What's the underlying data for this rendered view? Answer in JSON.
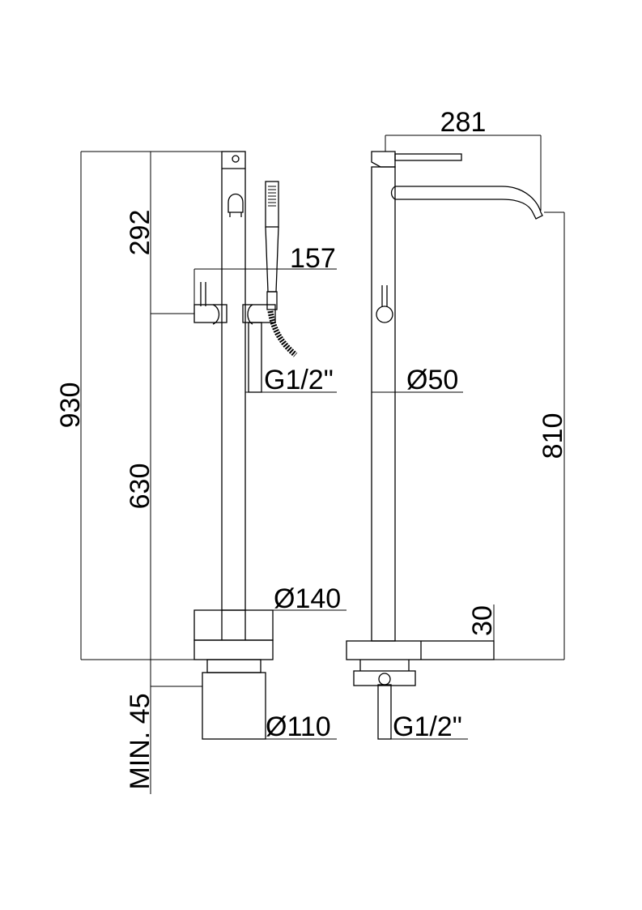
{
  "dimensions": {
    "total_height": "930",
    "upper_height": "292",
    "lower_height": "630",
    "handshower_offset": "157",
    "connection_left": "G1/2\"",
    "base_diameter": "Ø140",
    "install_depth": "MIN. 45",
    "flange_diameter": "Ø110",
    "spout_reach": "281",
    "column_diameter": "Ø50",
    "spout_height": "810",
    "base_height": "30",
    "connection_right": "G1/2\""
  }
}
